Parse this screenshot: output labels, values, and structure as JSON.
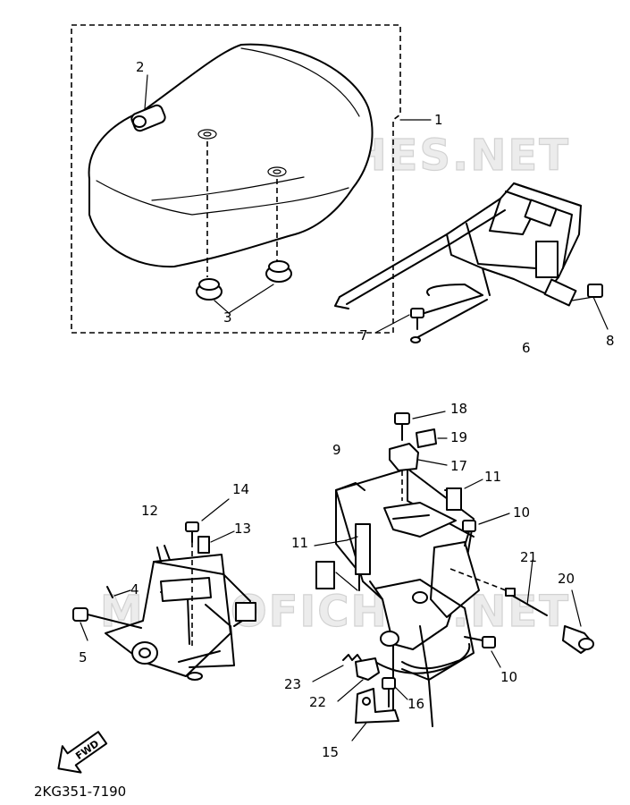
{
  "diagram": {
    "code": "2KG351-7190",
    "watermark": "MICROFICHES.NET",
    "fwd_label": "FWD",
    "parts": [
      "1",
      "2",
      "3",
      "4",
      "5",
      "6",
      "7",
      "8",
      "9",
      "10",
      "11",
      "12",
      "13",
      "14",
      "15",
      "16",
      "17",
      "18",
      "19",
      "20",
      "21",
      "22",
      "23"
    ]
  }
}
